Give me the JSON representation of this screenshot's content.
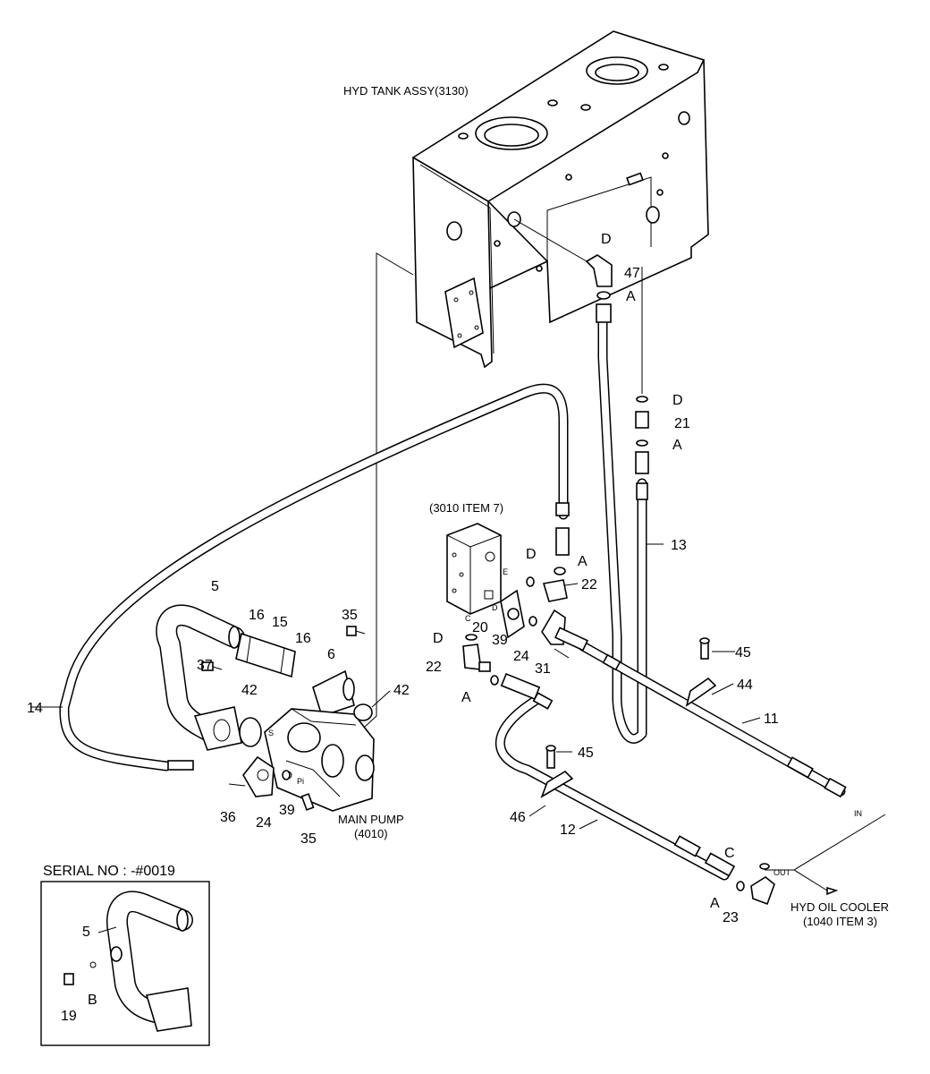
{
  "titles": {
    "tank": "HYD TANK ASSY(3130)",
    "valve_block": "(3010 ITEM 7)",
    "main_pump_line1": "MAIN PUMP",
    "main_pump_line2": "(4010)",
    "cooler_line1": "HYD OIL COOLER",
    "cooler_line2": "(1040 ITEM 3)",
    "serial": "SERIAL NO : -#0019"
  },
  "port_marks": {
    "s": "S",
    "pi": "Pi",
    "e": "E",
    "d": "D",
    "c": "C",
    "in": "IN",
    "out": "OUT"
  },
  "callouts": {
    "d_tank": "D",
    "p47": "47",
    "a_tank": "A",
    "d_upper": "D",
    "p21": "21",
    "a_upper": "A",
    "p13": "13",
    "d_block": "D",
    "a_block": "A",
    "p22_top": "22",
    "p20": "20",
    "p39_mid": "39",
    "p24_mid": "24",
    "p31": "31",
    "d_left": "D",
    "p22_left": "22",
    "a_left": "A",
    "p45_top": "45",
    "p44": "44",
    "p11": "11",
    "p45_mid": "45",
    "p46": "46",
    "p12": "12",
    "c_bottom": "C",
    "a_bottom": "A",
    "p23": "23",
    "p5": "5",
    "p16a": "16",
    "p15": "15",
    "p16b": "16",
    "p35_top": "35",
    "p6": "6",
    "p37": "37",
    "p42a": "42",
    "p42b": "42",
    "p14": "14",
    "p36": "36",
    "p24_bot": "24",
    "p39_bot": "39",
    "p35_bot": "35",
    "p5_inset": "5",
    "b_inset": "B",
    "p19": "19"
  }
}
